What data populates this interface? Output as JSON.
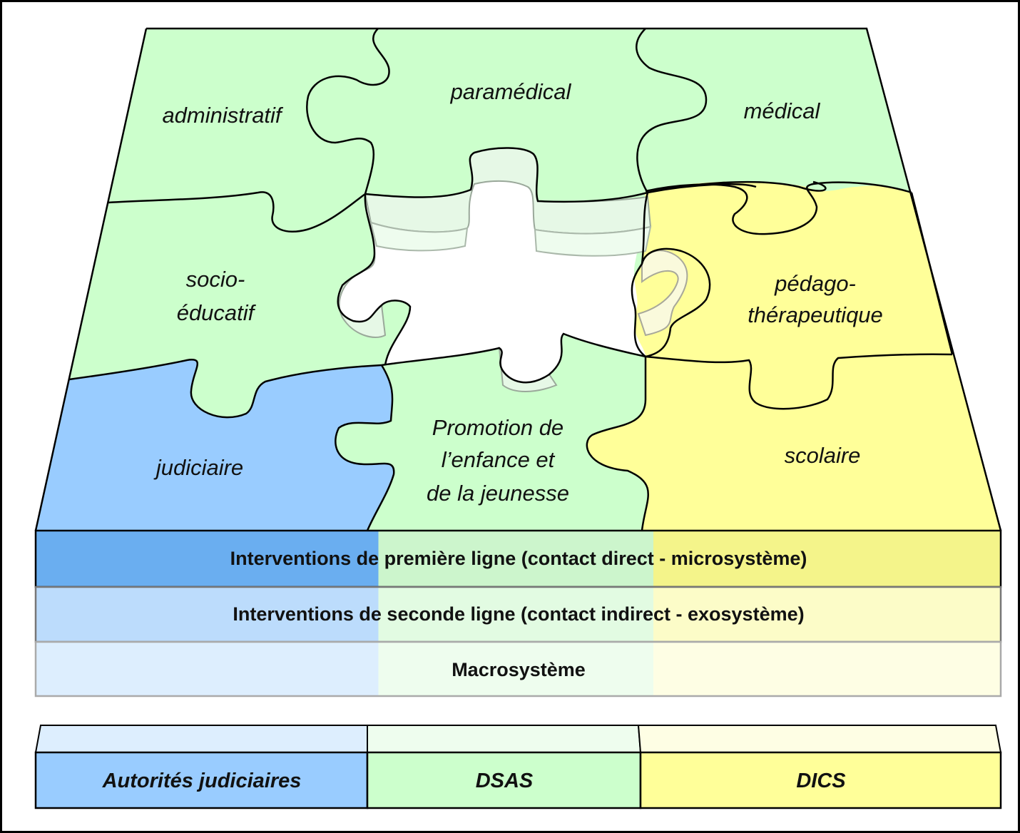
{
  "colors": {
    "blue": "#99ccff",
    "green": "#ccffcc",
    "yellow": "#ffff99",
    "outline": "#000000"
  },
  "pieces": {
    "administratif": "administratif",
    "paramedical": "paramédical",
    "medical": "médical",
    "socio_educatif": [
      "socio-",
      "éducatif"
    ],
    "pedago_therapeutique": [
      "pédago-",
      "thérapeutique"
    ],
    "judiciaire": "judiciaire",
    "promotion": [
      "Promotion de",
      "l’enfance et",
      "de la jeunesse"
    ],
    "scolaire": "scolaire"
  },
  "bands": {
    "first_line": "Interventions de première ligne (contact direct - microsystème)",
    "second_line": "Interventions de seconde ligne (contact indirect - exosystème)",
    "macro": "Macrosystème"
  },
  "legend": {
    "judicial": "Autorités judiciaires",
    "dsas": "DSAS",
    "dics": "DICS"
  }
}
